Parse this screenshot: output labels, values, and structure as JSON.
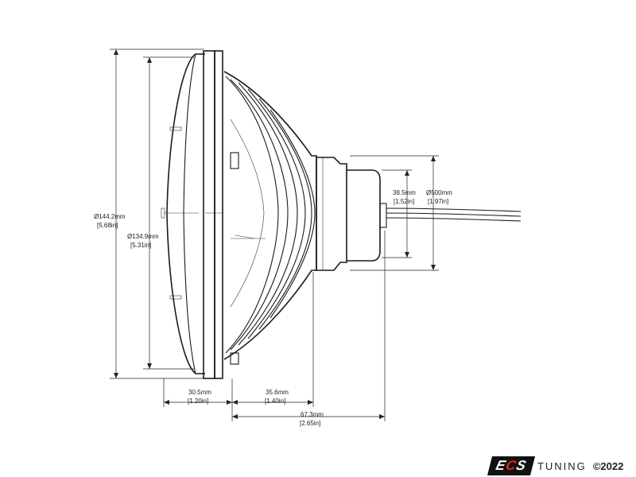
{
  "dimensions": {
    "outer_diameter_mm": "Ø144.2mm",
    "outer_diameter_in": "[5.68in]",
    "lens_diameter_mm": "Ø134.9mm",
    "lens_diameter_in": "[5.31in]",
    "connector_height_mm": "38.5mm",
    "connector_height_in": "[1.52in]",
    "housing_diameter_mm": "Ø500mm",
    "housing_diameter_in": "[1.97in]",
    "lens_depth_mm": "30.5mm",
    "lens_depth_in": "[1.20in]",
    "body_depth_mm": "35.6mm",
    "body_depth_in": "[1.40in]",
    "total_depth_mm": "67.3mm",
    "total_depth_in": "[2.65in]"
  },
  "logo": {
    "brand_e": "E",
    "brand_c": "C",
    "brand_s": "S",
    "tuning": "TUNING",
    "copyright": "©2022"
  }
}
